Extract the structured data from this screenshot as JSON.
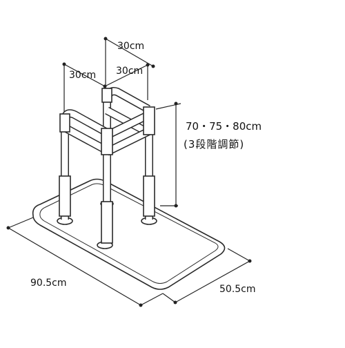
{
  "dimensions": {
    "top_depth": "30cm",
    "top_left_width": "30cm",
    "top_right_width": "30cm",
    "height_values": "70・75・80cm",
    "height_note": "(3段階調節)",
    "base_length": "90.5cm",
    "base_width": "50.5cm"
  },
  "colors": {
    "line": "#222222",
    "frame_outline": "#2a2a2a",
    "fill": "#ffffff"
  }
}
